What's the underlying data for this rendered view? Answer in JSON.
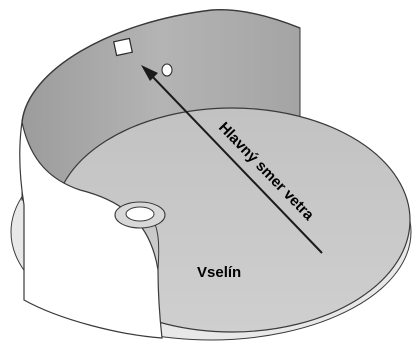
{
  "diagram": {
    "wind_label": "Hlavný smer vetra",
    "pit_label": "Vselín"
  },
  "colors": {
    "disk_top": "#c8c8c8",
    "wall_inner": "#a9a9a9",
    "wall_outer": "#ffffff",
    "base_rim": "#e6e6e6",
    "outline": "#3a3a3a",
    "arrow": "#1a1a1a"
  },
  "icons": {
    "wall_opening": "square-opening",
    "round_hole": "round-hole",
    "central_pipe": "ring-pipe"
  }
}
